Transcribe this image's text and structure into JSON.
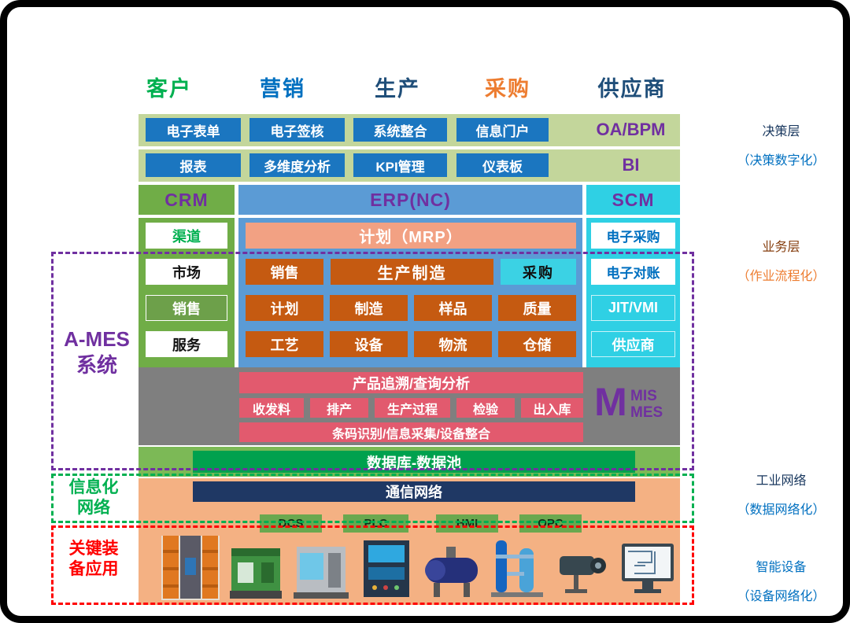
{
  "colors": {
    "band_green": "#c3d69b",
    "button_blue": "#1b76c0",
    "crm_green": "#70ad47",
    "erp_blue": "#5b9bd5",
    "scm_cyan": "#2fd0e4",
    "orange": "#c55a11",
    "salmon": "#f2a183",
    "rose_red": "#e25a6e",
    "gray_panel": "#7f7f7f",
    "green_band": "#7cb956",
    "dark_green_bar": "#00a14e",
    "navy_bar": "#1f3864",
    "orange_band": "#f4b183",
    "purple": "#7030a0",
    "dashed_green": "#00b050",
    "dashed_red": "#ff0000"
  },
  "top_headers": [
    {
      "label": "客户"
    },
    {
      "label": "营销"
    },
    {
      "label": "生产"
    },
    {
      "label": "采购"
    },
    {
      "label": "供应商"
    }
  ],
  "decision_layer": {
    "oa_buttons": [
      "电子表单",
      "电子签核",
      "系统整合",
      "信息门户"
    ],
    "oa_label": "OA/BPM",
    "bi_buttons": [
      "报表",
      "多维度分析",
      "KPI管理",
      "仪表板"
    ],
    "bi_label": "BI"
  },
  "systems": {
    "crm": "CRM",
    "erp": "ERP(NC)",
    "scm": "SCM"
  },
  "crm_items": [
    "渠道",
    "市场",
    "销售",
    "服务"
  ],
  "erp_items": {
    "mrp": "计划（MRP）",
    "row1": [
      "销售",
      "生产制造",
      "采购"
    ],
    "row2": [
      "计划",
      "制造",
      "样品",
      "质量"
    ],
    "row3": [
      "工艺",
      "设备",
      "物流",
      "仓储"
    ]
  },
  "scm_items": [
    "电子采购",
    "电子对账",
    "JIT/VMI",
    "供应商"
  ],
  "mes": {
    "trace_bar": "产品追溯/查询分析",
    "buttons": [
      "收发料",
      "排产",
      "生产过程",
      "检验",
      "出入库"
    ],
    "barcode_bar": "条码识别/信息采集/设备整合",
    "logo": {
      "m": "M",
      "line1": "MIS",
      "line2": "MES"
    }
  },
  "data_layer": {
    "database_bar": "数据库-数据池",
    "network_bar": "通信网络"
  },
  "device_layer": {
    "buttons": [
      "DCS",
      "PLC",
      "HMI",
      "OPC"
    ],
    "equipment_icons": [
      "warehouse-rack-image",
      "molding-machine-image",
      "cnc-machine-image",
      "control-panel-image",
      "vacuum-tank-image",
      "piping-column-image",
      "cctv-camera-image",
      "monitor-blueprint-image"
    ]
  },
  "side_labels": {
    "ames": {
      "line1": "A-MES",
      "line2": "系统"
    },
    "info_network": {
      "line1": "信息化",
      "line2": "网络"
    },
    "key_equipment": {
      "line1": "关键装",
      "line2": "备应用"
    }
  },
  "right_labels": [
    {
      "title": "决策层",
      "sub": "（决策数字化）"
    },
    {
      "title": "业务层",
      "sub": "（作业流程化）"
    },
    {
      "title": "工业网络",
      "sub": "（数据网络化）"
    },
    {
      "title": "智能设备",
      "sub": "（设备网络化）"
    }
  ]
}
